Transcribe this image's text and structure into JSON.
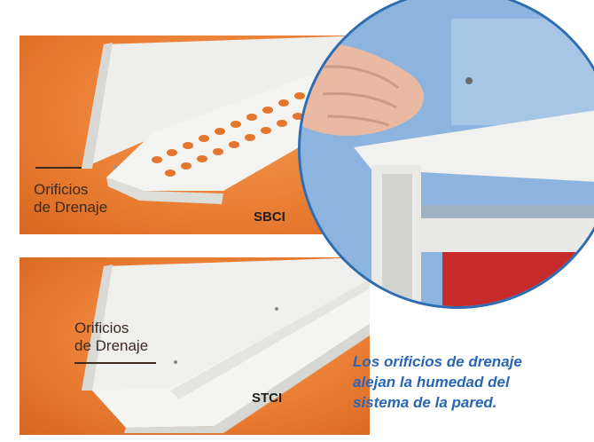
{
  "top_panel": {
    "label_line1": "Orificios",
    "label_line2": "de Drenaje",
    "model_code": "SBCI"
  },
  "bottom_panel": {
    "label_line1": "Orificios",
    "label_line2": "de Drenaje",
    "model_code": "STCI"
  },
  "tagline": "Los orificios de drenaje\nalejan la humedad del\nsistema de la pared.",
  "colors": {
    "background_orange": "#ea7f34",
    "tagline_blue": "#2a66b6",
    "circle_border": "#2f6db3"
  }
}
